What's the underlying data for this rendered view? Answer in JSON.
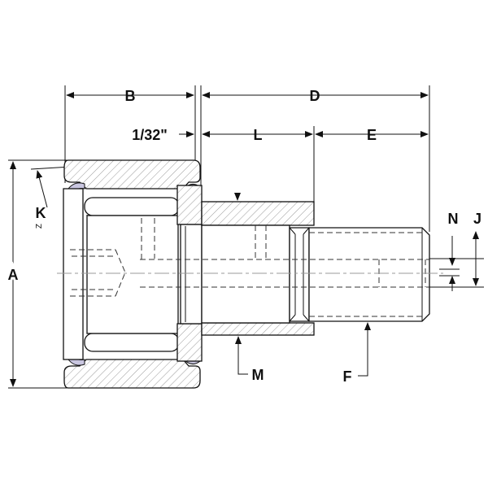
{
  "diagram": {
    "title": "Cam follower dimension drawing",
    "labels": {
      "A": "A",
      "B": "B",
      "D": "D",
      "E": "E",
      "F": "F",
      "J": "J",
      "K": "K",
      "K_sub": "Z",
      "L": "L",
      "M": "M",
      "N": "N",
      "clearance": "1/32\""
    },
    "colors": {
      "line": "#111111",
      "seal": "#c9c6e0",
      "hatch": "#9a9a9a"
    }
  }
}
